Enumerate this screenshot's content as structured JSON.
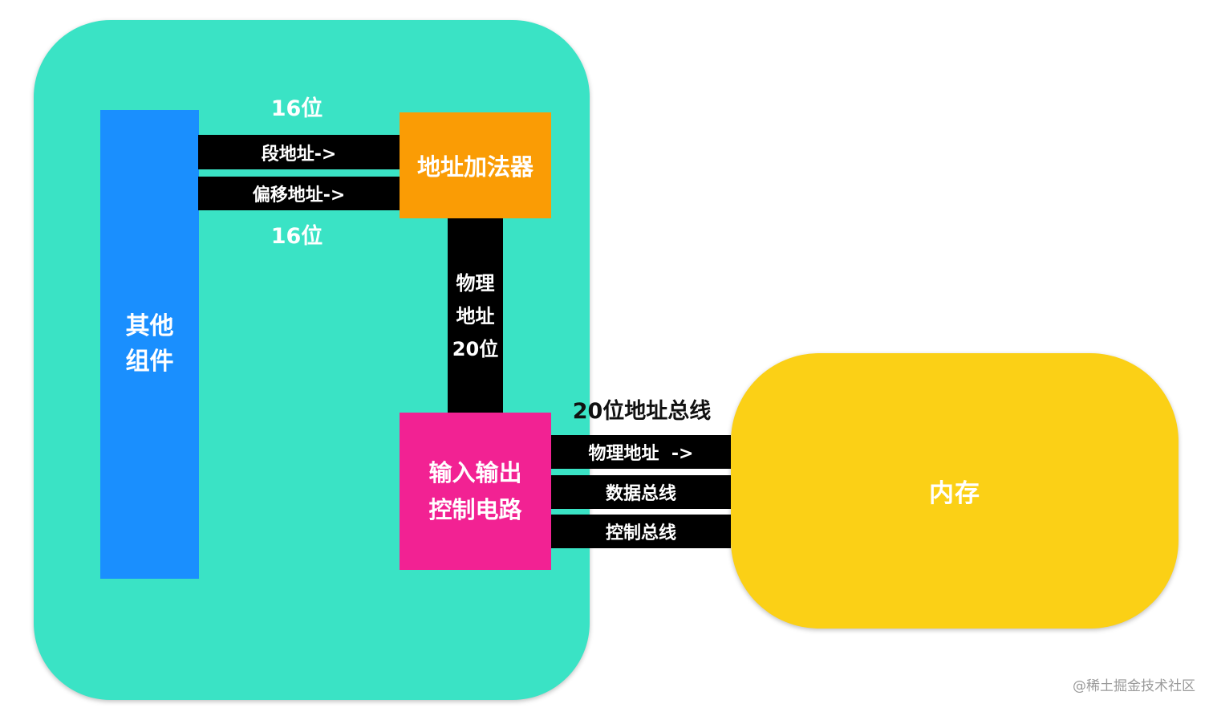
{
  "colors": {
    "cpu": "#3ae3c5",
    "memory": "#fbd016",
    "other": "#1a8ffe",
    "adder": "#fa9c05",
    "io": "#f22293",
    "bus": "#000000"
  },
  "blocks": {
    "other_components": "其他\n组件",
    "address_adder": "地址加法器",
    "io_control": "输入输出\n控制电路",
    "memory": "内存"
  },
  "buses": {
    "segment_address": "段地址->",
    "offset_address": "偏移地址->",
    "physical_address_vertical": "物理\n地址\n20位",
    "physical_address": "物理地址  ->",
    "data_bus": "数据总线",
    "control_bus": "控制总线"
  },
  "labels": {
    "top_width": "16位",
    "bottom_width": "16位",
    "address_bus_title": "20位地址总线"
  },
  "watermark": "@稀土掘金技术社区"
}
